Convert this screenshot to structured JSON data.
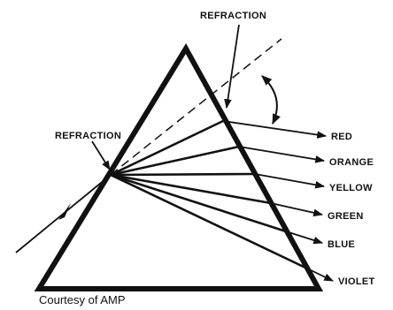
{
  "labels": {
    "refraction_top": "REFRACTION",
    "refraction_left": "REFRACTION",
    "credit": "Courtesy of AMP"
  },
  "spectrum": [
    {
      "name": "RED"
    },
    {
      "name": "ORANGE"
    },
    {
      "name": "YELLOW"
    },
    {
      "name": "GREEN"
    },
    {
      "name": "BLUE"
    },
    {
      "name": "VIOLET"
    }
  ],
  "colors": {
    "ink": "#111111",
    "background": "#ffffff"
  }
}
